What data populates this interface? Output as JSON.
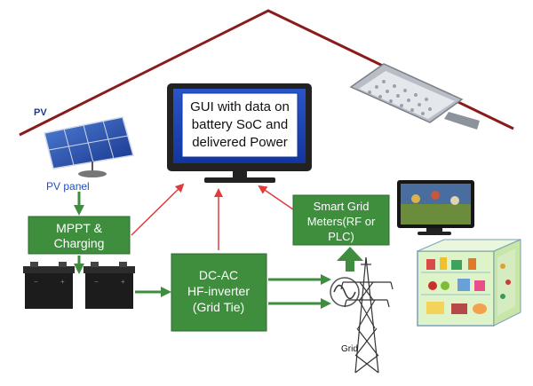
{
  "labels": {
    "pv": "PV",
    "pv_panel": "PV panel",
    "gui": [
      "GUI with data on",
      "battery SoC and",
      "delivered Power"
    ],
    "mppt": [
      "MPPT &",
      "Charging"
    ],
    "inverter": [
      "DC-AC",
      "HF-inverter",
      "(Grid Tie)"
    ],
    "smart_meter": [
      "Smart Grid",
      "Meters(RF or",
      "PLC)"
    ],
    "grid": "Grid"
  },
  "colors": {
    "roof": "#8b1a1a",
    "box_fill": "#3e8e3e",
    "box_stroke": "#2e6b2e",
    "arrow_red": "#e03c3c",
    "arrow_green": "#3e8e3e",
    "pv_label": "#1f3c88",
    "pv_panel_label": "#1f4fb8"
  },
  "icons": [
    "solar-panel-icon",
    "street-light-icon",
    "tv-icon",
    "refrigerator-icon",
    "battery-icon",
    "transmission-tower-icon",
    "ac-source-icon"
  ]
}
